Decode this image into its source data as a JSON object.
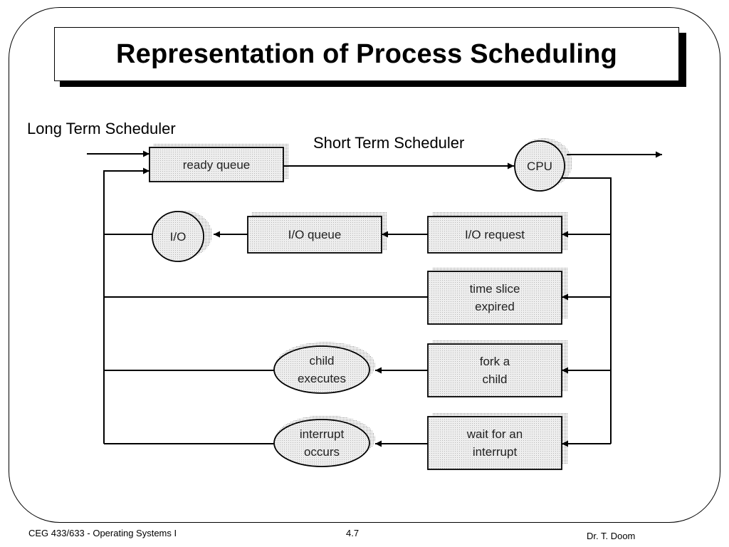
{
  "title": "Representation of Process Scheduling",
  "labels": {
    "long_term": "Long Term Scheduler",
    "short_term": "Short Term Scheduler"
  },
  "nodes": {
    "ready_queue": "ready queue",
    "cpu": "CPU",
    "io": "I/O",
    "io_queue": "I/O queue",
    "io_request": "I/O request",
    "time_slice": "time slice\nexpired",
    "fork_child": "fork a\nchild",
    "child_executes": "child\nexecutes",
    "wait_interrupt": "wait for an\ninterrupt",
    "interrupt_occurs": "interrupt\noccurs"
  },
  "footer": {
    "course": "CEG 433/633 - Operating Systems I",
    "page": "4.7",
    "author": "Dr. T. Doom"
  }
}
